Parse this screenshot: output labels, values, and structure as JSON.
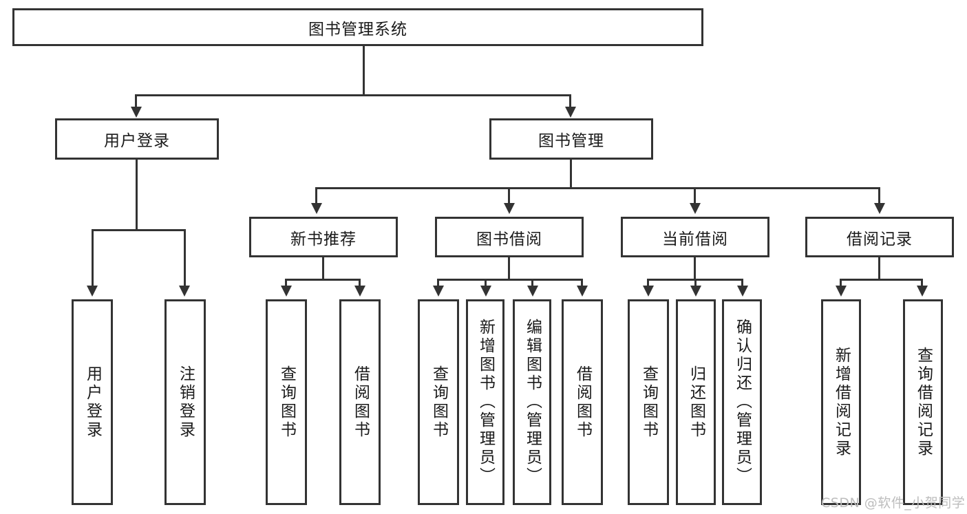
{
  "diagram": {
    "title": "图书管理系统",
    "type": "tree-diagram",
    "background_color": "#ffffff",
    "line_color": "#333333",
    "text_color": "#1a1a1a"
  },
  "root": {
    "label": "图书管理系统"
  },
  "level2": [
    {
      "label": "用户登录"
    },
    {
      "label": "图书管理"
    }
  ],
  "level3": [
    {
      "label": "新书推荐"
    },
    {
      "label": "图书借阅"
    },
    {
      "label": "当前借阅"
    },
    {
      "label": "借阅记录"
    }
  ],
  "leaves": {
    "user_login": [
      {
        "label": "用户登录"
      },
      {
        "label": "注销登录"
      }
    ],
    "new_book_recommend": [
      {
        "label": "查询图书"
      },
      {
        "label": "借阅图书"
      }
    ],
    "book_borrow": [
      {
        "label": "查询图书"
      },
      {
        "label": "新增图书（管理员）"
      },
      {
        "label": "编辑图书（管理员）"
      },
      {
        "label": "借阅图书"
      }
    ],
    "current_borrow": [
      {
        "label": "查询图书"
      },
      {
        "label": "归还图书"
      },
      {
        "label": "确认归还（管理员）"
      }
    ],
    "borrow_record": [
      {
        "label": "新增借阅记录"
      },
      {
        "label": "查询借阅记录"
      }
    ]
  },
  "watermark": {
    "text": "CSDN @软件_小贺同学",
    "color": "#bdbdbd"
  }
}
